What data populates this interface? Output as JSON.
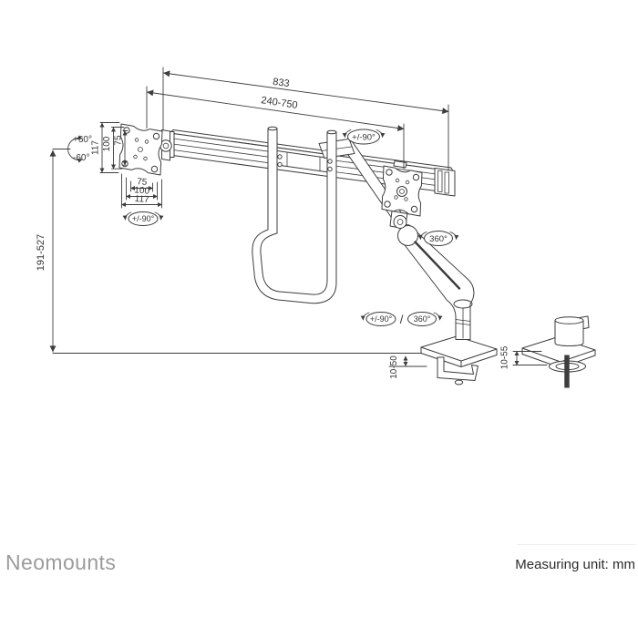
{
  "footer": {
    "brand": "Neomounts",
    "measuring_unit": "Measuring unit: mm"
  },
  "dimensions": {
    "total_width": "833",
    "extension_range": "240-750",
    "height_range": "191-527",
    "vesa_vertical": [
      "117",
      "100",
      "75"
    ],
    "vesa_horizontal": [
      "75",
      "100",
      "117"
    ],
    "clamp_desk_thickness": "10-50",
    "grommet_desk_thickness": "10-55"
  },
  "rotations": {
    "tilt_up": "+60°",
    "tilt_down": "-60°",
    "vesa_rotation": "+/-90°",
    "crossbar_swivel": "+/-90°",
    "arm_swivel": "360°",
    "base_swivel": "+/-90°",
    "separator": "/",
    "base_rotation": "360°"
  },
  "colors": {
    "line": "#3d3d3d",
    "dim_text": "#333333",
    "brand": "#9b9b9b",
    "footer_text": "#2b2b2b"
  }
}
